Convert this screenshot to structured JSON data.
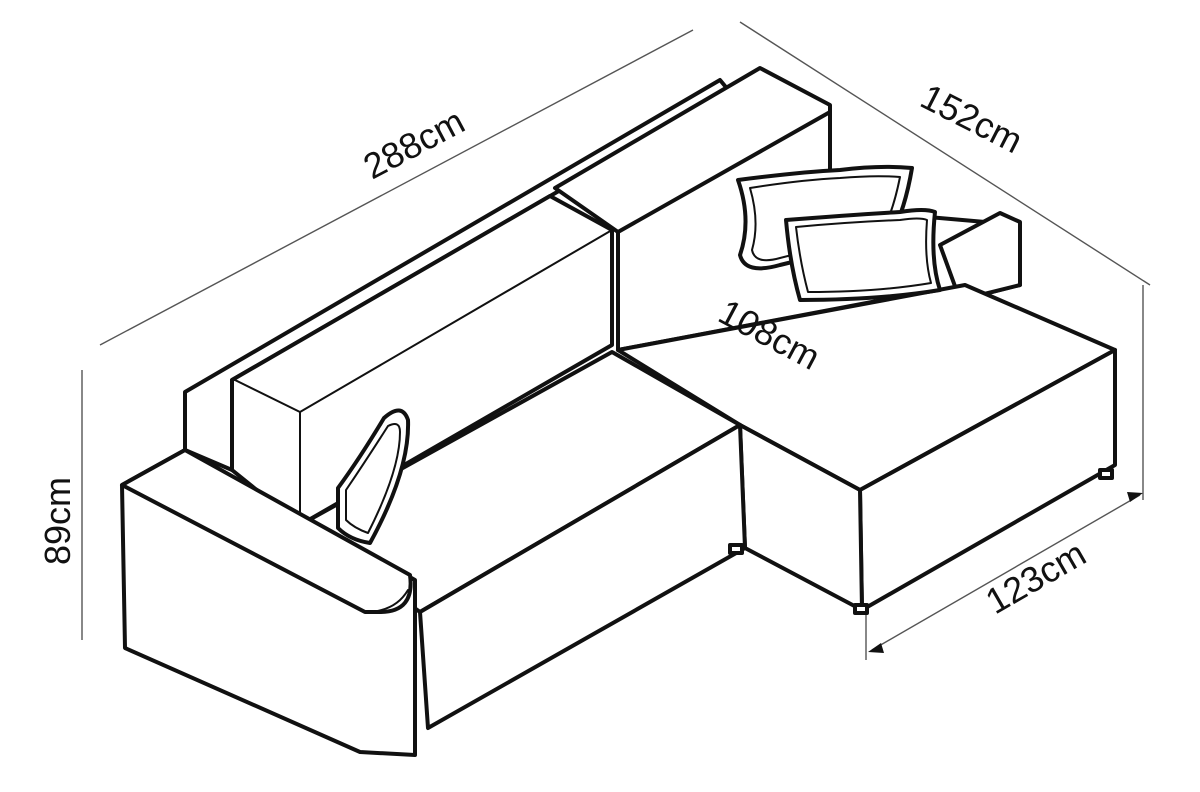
{
  "dimensions": {
    "width_label": "288cm",
    "depth_chaise_label": "152cm",
    "seat_depth_label": "108cm",
    "height_label": "89cm",
    "chaise_width_label": "123cm"
  }
}
